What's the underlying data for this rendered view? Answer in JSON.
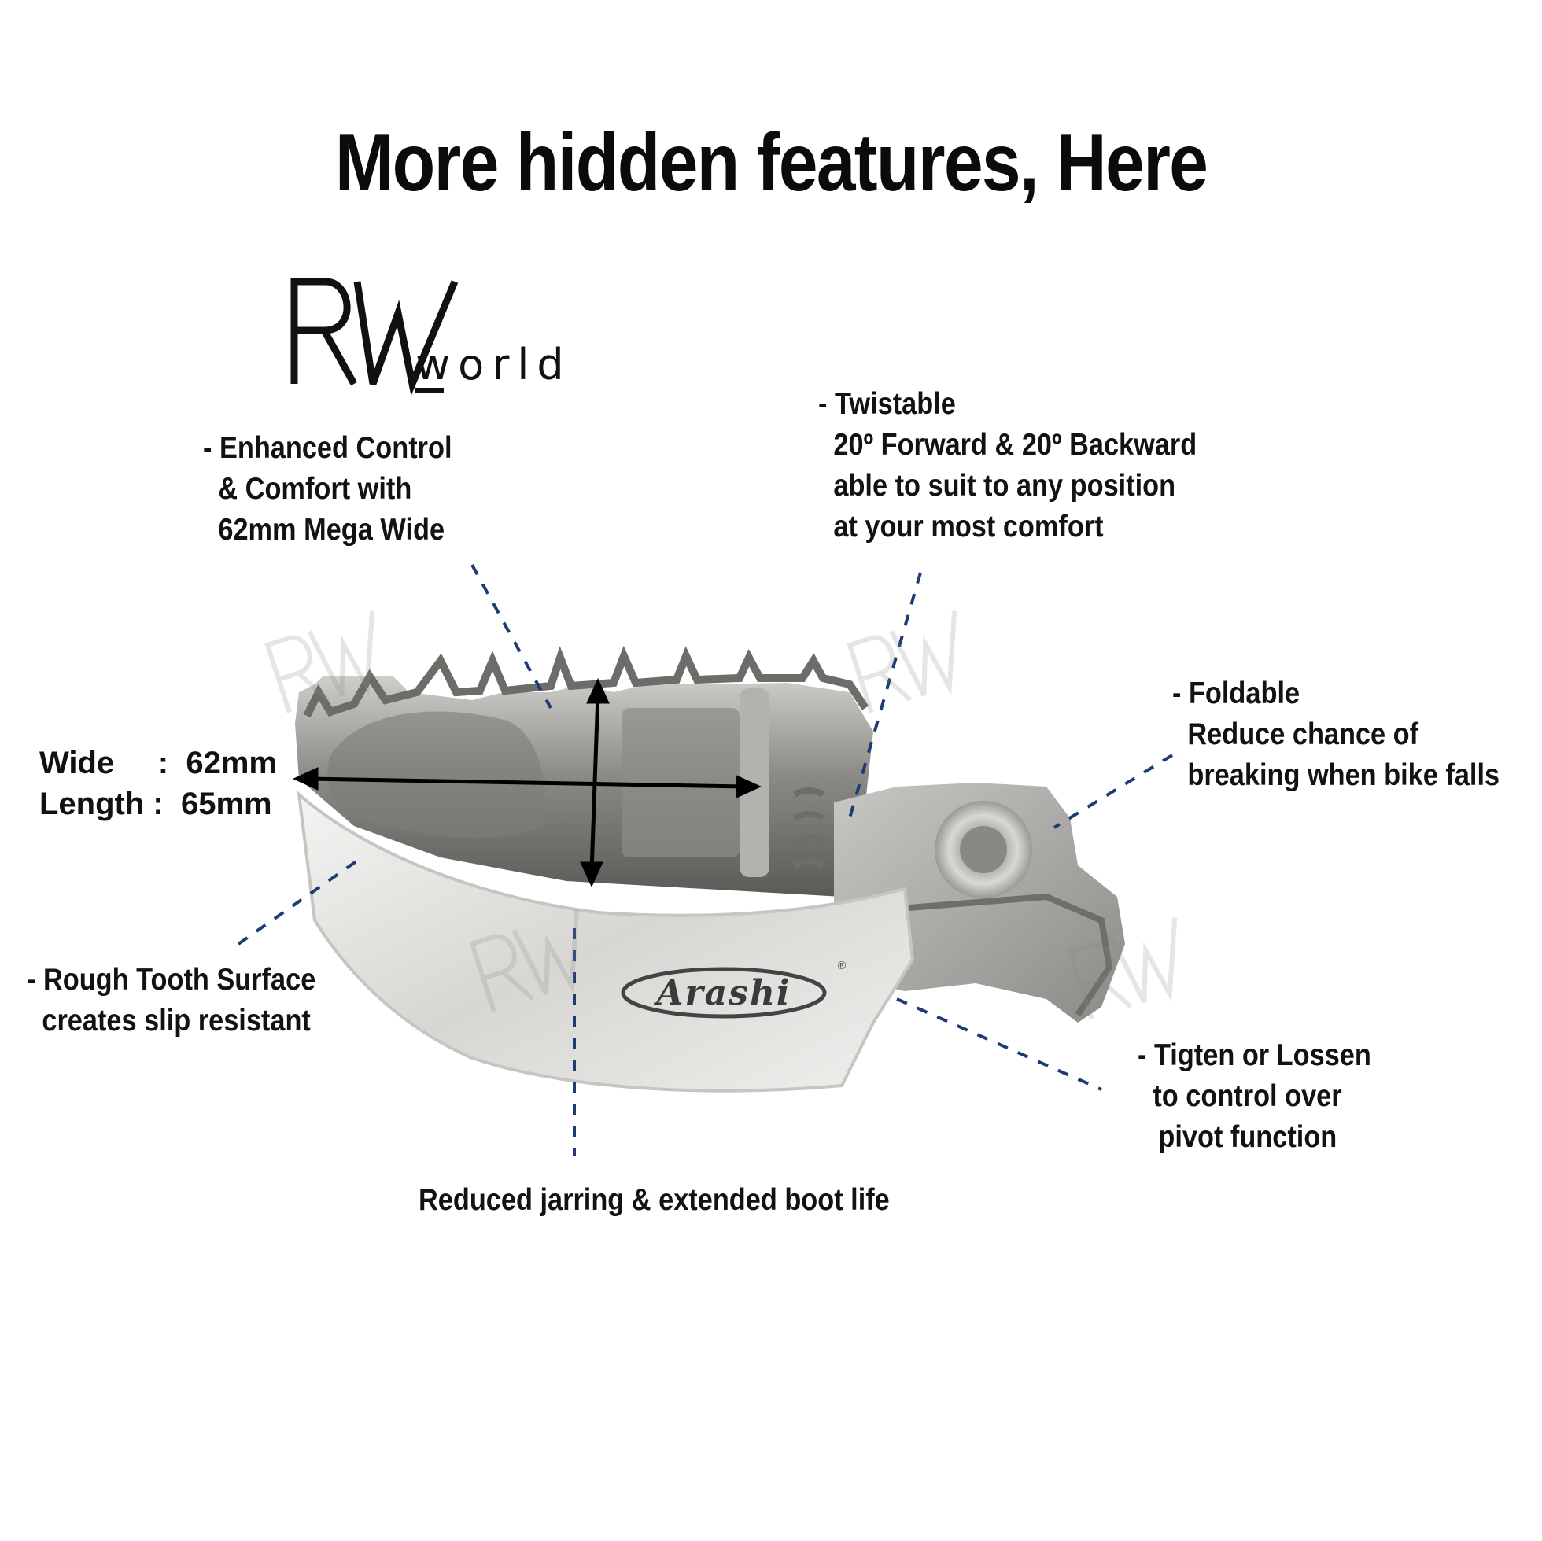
{
  "headline": "More hidden features, Here",
  "logo": {
    "letters": "RW",
    "word": "world"
  },
  "dimensions": {
    "wide_label": "Wide",
    "wide_value": "62mm",
    "length_label": "Length",
    "length_value": "65mm"
  },
  "features": {
    "enhanced": [
      "- Enhanced Control",
      "& Comfort with",
      "62mm Mega Wide"
    ],
    "twistable": [
      "- Twistable",
      "20º Forward & 20º Backward",
      "able to suit to any position",
      "at your most comfort"
    ],
    "foldable": [
      "- Foldable",
      "Reduce chance of",
      "breaking when bike falls"
    ],
    "rough": [
      "- Rough Tooth Surface",
      "creates slip resistant"
    ],
    "tighten": [
      "- Tigten or Lossen",
      "to control over",
      "pivot function"
    ],
    "reduced": "Reduced jarring & extended boot life"
  },
  "product_brand": "Arashi",
  "colors": {
    "leader_line": "#1f3b73",
    "text": "#111111",
    "metal": "#a9a8a5"
  }
}
